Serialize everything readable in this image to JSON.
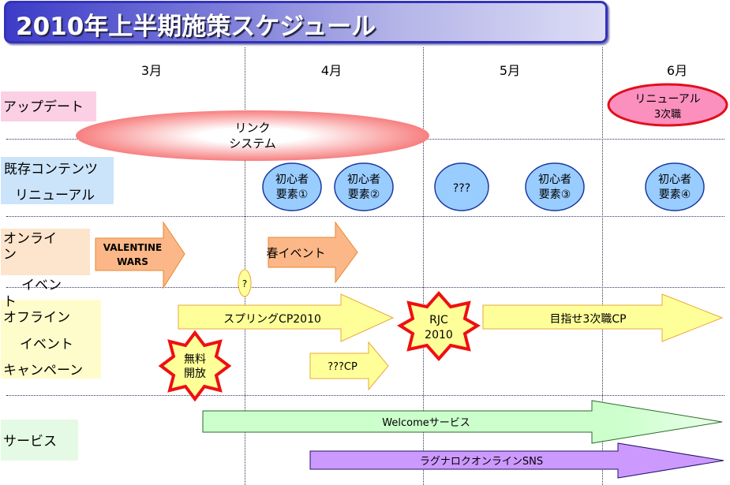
{
  "title": "2010年上半期施策スケジュール",
  "months": [
    "3月",
    "4月",
    "5月",
    "6月"
  ],
  "rows": {
    "update": {
      "label": "アップデート",
      "color": "#fbd0e4"
    },
    "existing": {
      "label_lines": [
        "既存コンテンツ",
        "リニューアル"
      ],
      "color": "#cce4fa"
    },
    "online": {
      "label_lines": [
        "オンライ",
        "ン",
        "　イベン",
        "ト"
      ],
      "color": "#fde4cc"
    },
    "offline": {
      "label_lines": [
        "オフライン",
        "イベント",
        "キャンペーン"
      ],
      "color": "#fffccc"
    },
    "service": {
      "label": "サービス",
      "color": "#e4fae4"
    }
  },
  "items": {
    "link_system": {
      "lines": [
        "リンク",
        "システム"
      ],
      "color": "#f77f80"
    },
    "renewal_3rd": {
      "lines": [
        "リニューアル",
        "3次職"
      ],
      "fill": "#fb8fbe",
      "stroke": "#e0101c"
    },
    "beginner_1": {
      "lines": [
        "初心者",
        "要素①"
      ]
    },
    "beginner_2": {
      "lines": [
        "初心者",
        "要素②"
      ]
    },
    "unknown": {
      "lines": [
        "???"
      ]
    },
    "beginner_3": {
      "lines": [
        "初心者",
        "要素③"
      ]
    },
    "beginner_4": {
      "lines": [
        "初心者",
        "要素④"
      ]
    },
    "valentine": {
      "lines": [
        "VALENTINE",
        "WARS"
      ]
    },
    "spring_event": {
      "lines": [
        "春イベント"
      ]
    },
    "question": {
      "lines": [
        "?"
      ]
    },
    "spring_cp": {
      "lines": [
        "スプリングCP2010"
      ]
    },
    "free_open": {
      "lines": [
        "無料",
        "開放"
      ]
    },
    "rjc": {
      "lines": [
        "RJC",
        "2010"
      ]
    },
    "unknown_cp": {
      "lines": [
        "???CP"
      ]
    },
    "aim_3rd_cp": {
      "lines": [
        "目指せ3次職CP"
      ]
    },
    "welcome": {
      "lines": [
        "Welcomeサービス"
      ]
    },
    "ro_sns": {
      "lines": [
        "ラグナロクオンラインSNS"
      ]
    }
  },
  "colors": {
    "ellipse_fill": "#99ccff",
    "ellipse_stroke": "#1a3aa0",
    "orange_fill": "#fbb787",
    "orange_stroke": "#e7872f",
    "yellow_fill": "#ffff99",
    "yellow_stroke": "#e8a838",
    "star_stroke": "#ee1010",
    "green_fill": "#ccffcc",
    "green_stroke": "#2a6a2a",
    "purple_fill": "#cc99ff",
    "purple_stroke": "#22116a"
  }
}
